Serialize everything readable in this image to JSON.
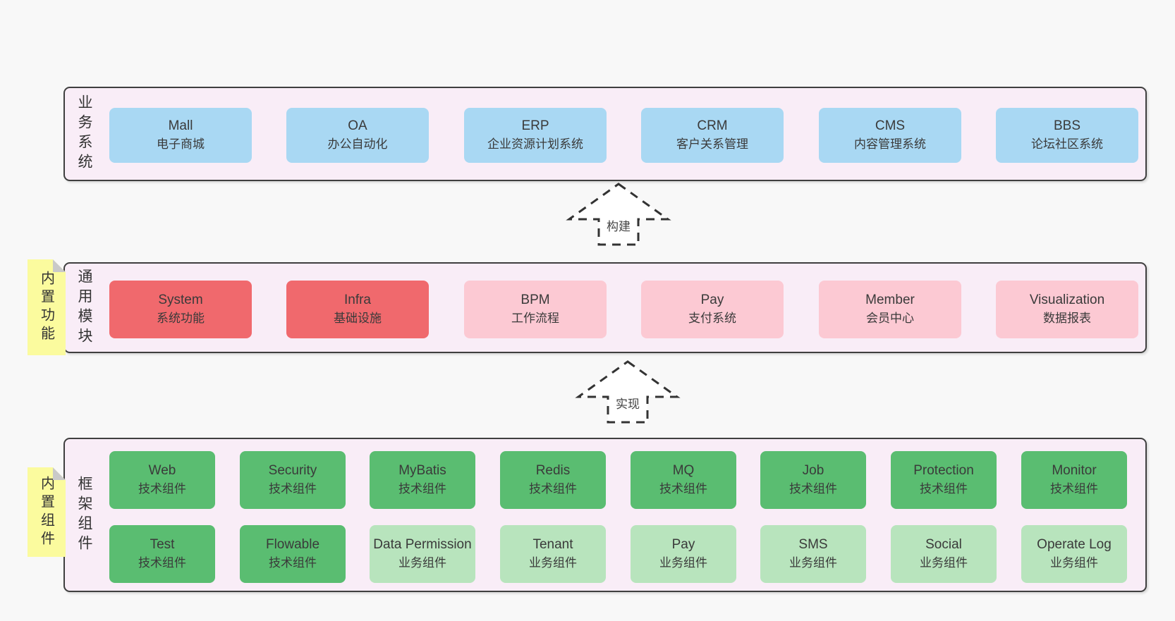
{
  "colors": {
    "page_background": "#f8f8f8",
    "layer_background": "#f9edf7",
    "layer_border": "#3f3f3f",
    "business_box_blue": "#a9d8f3",
    "module_box_red": "#f0696d",
    "module_box_pink": "#fcc9d3",
    "component_box_green": "#5abd71",
    "component_box_light_green": "#b8e4bd",
    "note_yellow": "#fbfb9e",
    "note_fold_gray": "#c9c9c9",
    "text": "#3a3a3a"
  },
  "arrows": {
    "build": {
      "label": "构建"
    },
    "implement": {
      "label": "实现"
    }
  },
  "notes": {
    "features": {
      "label": "内置功能"
    },
    "components": {
      "label": "内置组件"
    }
  },
  "layers": {
    "business": {
      "label": "业务系统",
      "items": [
        {
          "title": "Mall",
          "subtitle": "电子商城"
        },
        {
          "title": "OA",
          "subtitle": "办公自动化"
        },
        {
          "title": "ERP",
          "subtitle": "企业资源计划系统"
        },
        {
          "title": "CRM",
          "subtitle": "客户关系管理"
        },
        {
          "title": "CMS",
          "subtitle": "内容管理系统"
        },
        {
          "title": "BBS",
          "subtitle": "论坛社区系统"
        }
      ]
    },
    "modules": {
      "label": "通用模块",
      "items": [
        {
          "title": "System",
          "subtitle": "系统功能",
          "variant": "red"
        },
        {
          "title": "Infra",
          "subtitle": "基础设施",
          "variant": "red"
        },
        {
          "title": "BPM",
          "subtitle": "工作流程",
          "variant": "pink"
        },
        {
          "title": "Pay",
          "subtitle": "支付系统",
          "variant": "pink"
        },
        {
          "title": "Member",
          "subtitle": "会员中心",
          "variant": "pink"
        },
        {
          "title": "Visualization",
          "subtitle": "数据报表",
          "variant": "pink"
        }
      ]
    },
    "components": {
      "label": "框架组件",
      "row1": [
        {
          "title": "Web",
          "subtitle": "技术组件",
          "variant": "green"
        },
        {
          "title": "Security",
          "subtitle": "技术组件",
          "variant": "green"
        },
        {
          "title": "MyBatis",
          "subtitle": "技术组件",
          "variant": "green"
        },
        {
          "title": "Redis",
          "subtitle": "技术组件",
          "variant": "green"
        },
        {
          "title": "MQ",
          "subtitle": "技术组件",
          "variant": "green"
        },
        {
          "title": "Job",
          "subtitle": "技术组件",
          "variant": "green"
        },
        {
          "title": "Protection",
          "subtitle": "技术组件",
          "variant": "green"
        },
        {
          "title": "Monitor",
          "subtitle": "技术组件",
          "variant": "green"
        }
      ],
      "row2": [
        {
          "title": "Test",
          "subtitle": "技术组件",
          "variant": "green"
        },
        {
          "title": "Flowable",
          "subtitle": "技术组件",
          "variant": "green"
        },
        {
          "title": "Data Permission",
          "subtitle": "业务组件",
          "variant": "green-light"
        },
        {
          "title": "Tenant",
          "subtitle": "业务组件",
          "variant": "green-light"
        },
        {
          "title": "Pay",
          "subtitle": "业务组件",
          "variant": "green-light"
        },
        {
          "title": "SMS",
          "subtitle": "业务组件",
          "variant": "green-light"
        },
        {
          "title": "Social",
          "subtitle": "业务组件",
          "variant": "green-light"
        },
        {
          "title": "Operate Log",
          "subtitle": "业务组件",
          "variant": "green-light"
        }
      ]
    }
  }
}
